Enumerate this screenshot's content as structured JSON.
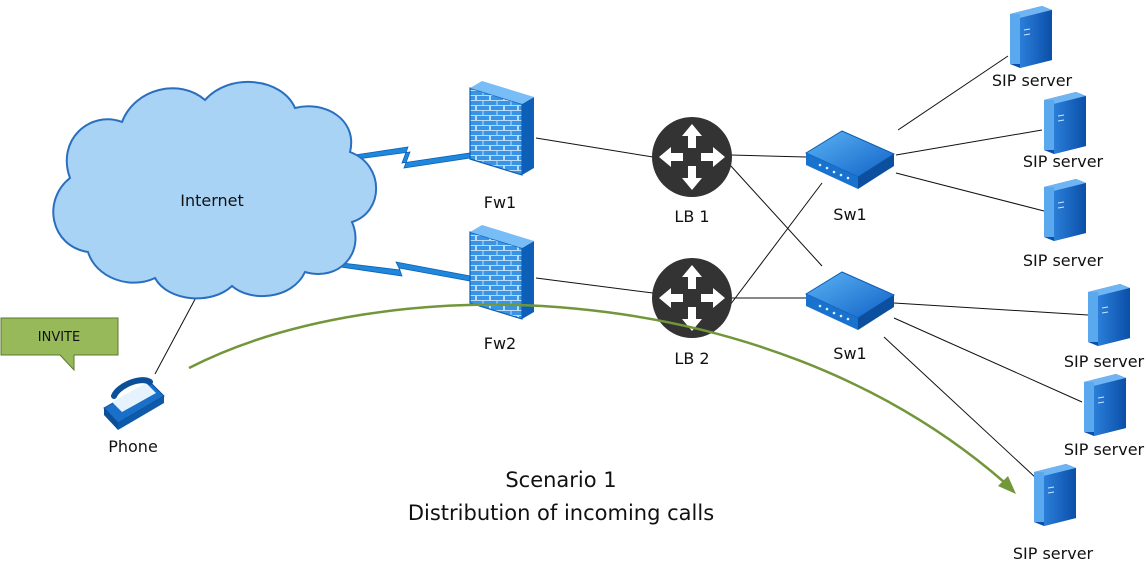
{
  "diagram": {
    "cloud_label": "Internet",
    "phone_label": "Phone",
    "invite_label": "INVITE",
    "firewalls": [
      {
        "label": "Fw1"
      },
      {
        "label": "Fw2"
      }
    ],
    "load_balancers": [
      {
        "label": "LB 1"
      },
      {
        "label": "LB 2"
      }
    ],
    "switches": [
      {
        "label": "Sw1"
      },
      {
        "label": "Sw1"
      }
    ],
    "servers": [
      {
        "label": "SIP server"
      },
      {
        "label": "SIP server"
      },
      {
        "label": "SIP server"
      },
      {
        "label": "SIP server"
      },
      {
        "label": "SIP server"
      },
      {
        "label": "SIP server"
      }
    ],
    "caption_line1": "Scenario 1",
    "caption_line2": "Distribution of incoming calls",
    "colors": {
      "cloud_fill": "#a9d3f5",
      "device_blue": "#1f8be0",
      "router_dark": "#333333",
      "flow_arrow": "#72963a",
      "callout_fill": "#97b95a"
    }
  }
}
